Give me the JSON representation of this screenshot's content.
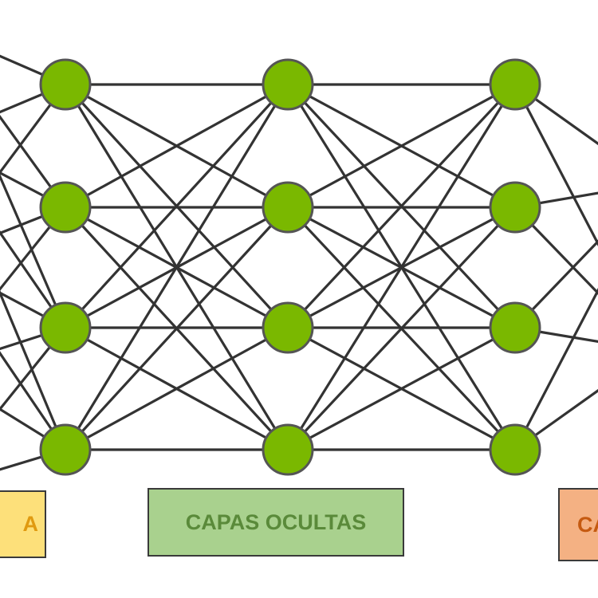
{
  "diagram": {
    "layers": [
      {
        "id": "hidden-1",
        "nodes": 4
      },
      {
        "id": "hidden-2",
        "nodes": 4
      },
      {
        "id": "hidden-3",
        "nodes": 4
      }
    ],
    "connections": "fully-connected",
    "node_color": "#7ab800",
    "edge_color": "#333333"
  },
  "labels": {
    "input": {
      "text": "A",
      "fill": "#fde07a",
      "text_color": "#e09a10"
    },
    "hidden": {
      "text": "CAPAS OCULTAS",
      "fill": "#a9d18e",
      "text_color": "#5a8a3a"
    },
    "output": {
      "text": "CA",
      "fill": "#f4b183",
      "text_color": "#c55a11"
    }
  }
}
